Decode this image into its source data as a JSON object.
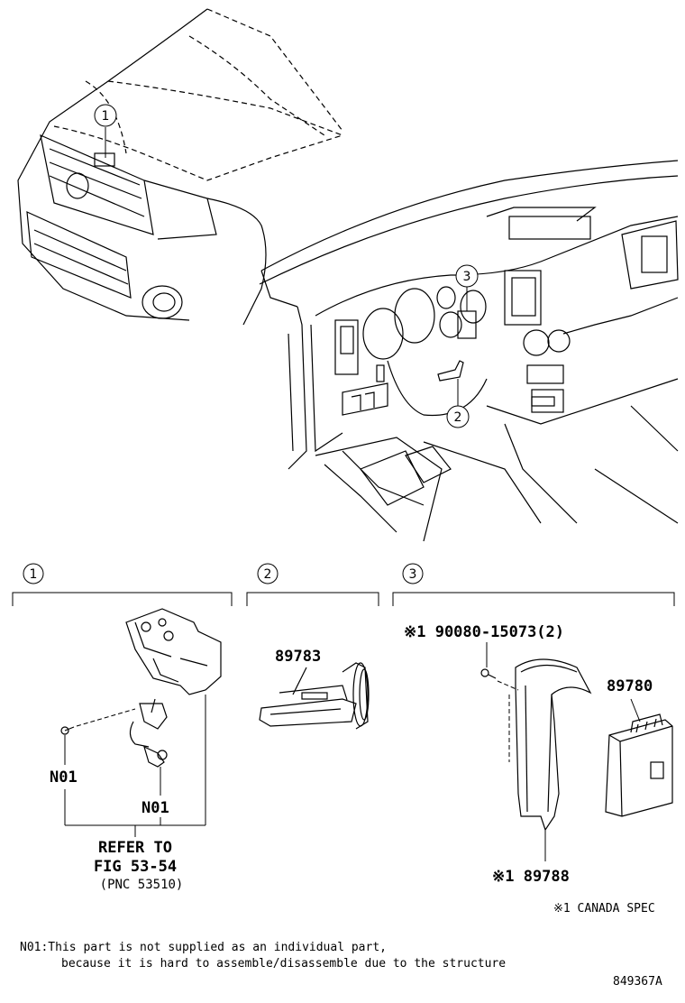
{
  "callouts": {
    "c1": "1",
    "c2": "2",
    "c3": "3"
  },
  "sections": [
    {
      "number": "1"
    },
    {
      "number": "2"
    },
    {
      "number": "3"
    }
  ],
  "parts": {
    "hood_lock_n01_a": "N01",
    "hood_lock_n01_b": "N01",
    "refer_line1": "REFER TO",
    "refer_line2": "FIG 53-54",
    "refer_line3": "(PNC 53510)",
    "switch_pn": "89783",
    "bolt_pn": "※1 90080-15073(2)",
    "ecu_pn": "89780",
    "cover_pn": "※1 89788",
    "canada_spec": "※1 CANADA SPEC"
  },
  "notes": {
    "n01_line1": "N01:This part is not supplied as an individual part,",
    "n01_line2": "because it is hard to assemble/disassemble due to the structure"
  },
  "figure_id": "849367A"
}
